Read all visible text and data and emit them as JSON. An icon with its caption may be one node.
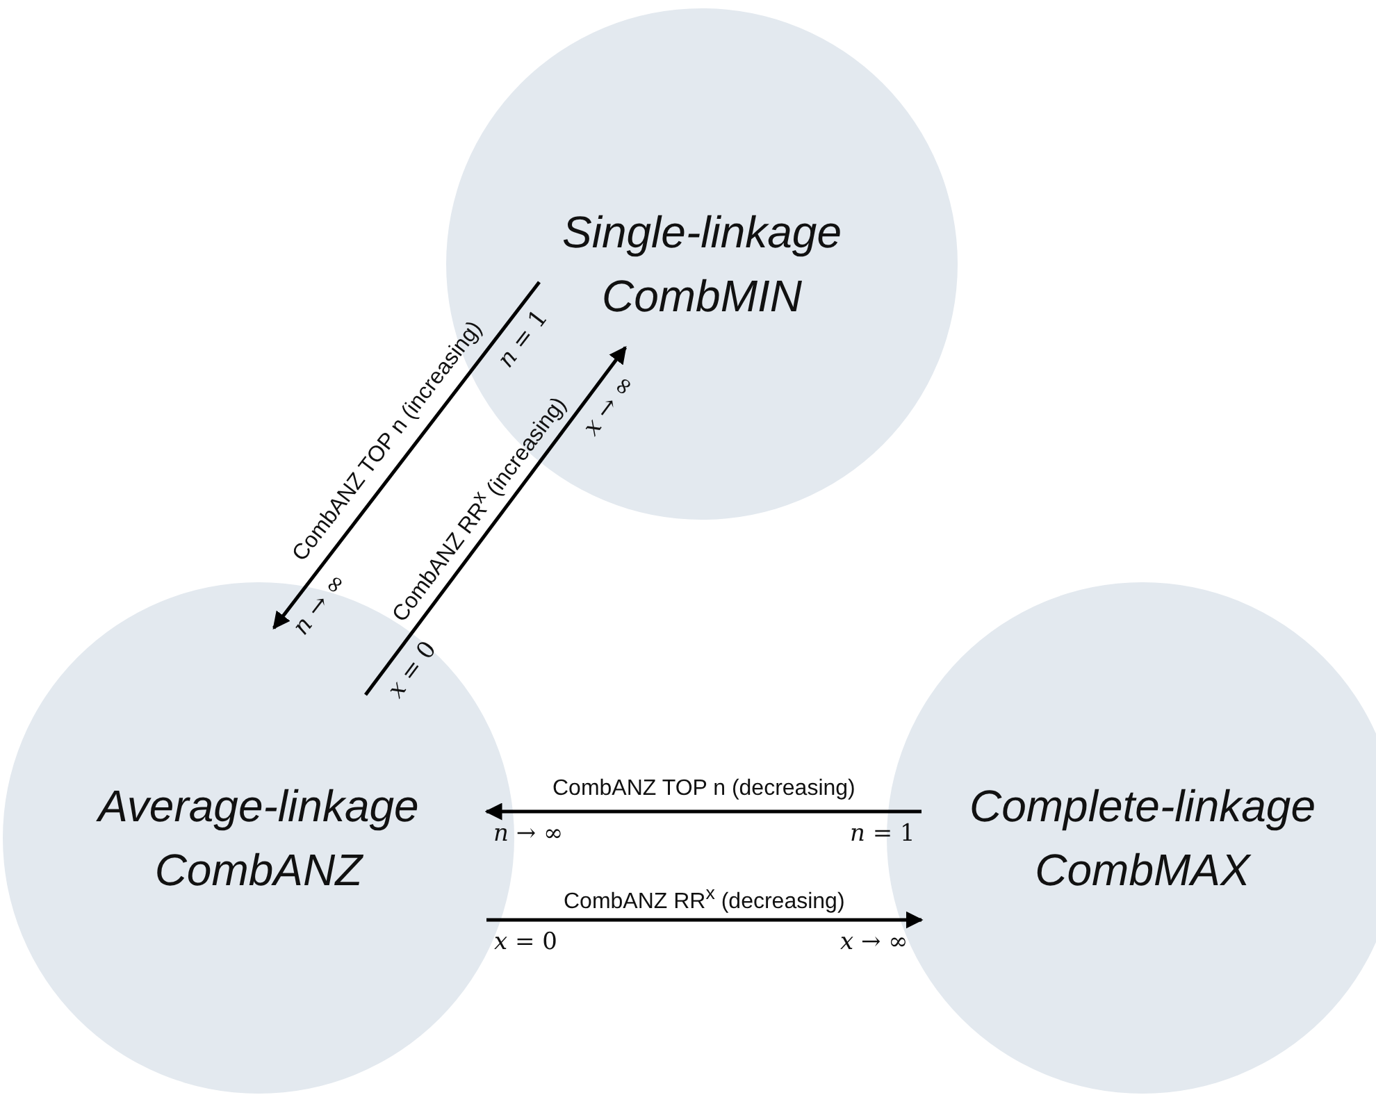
{
  "diagram": {
    "nodes": [
      {
        "text": [
          "Single-linkage",
          "CombMIN"
        ]
      },
      {
        "text": [
          "Average-linkage",
          "CombANZ"
        ]
      },
      {
        "text": [
          "Complete-linkage",
          "CombMAX"
        ]
      }
    ],
    "edges": [
      {
        "from": 0,
        "to": 1,
        "arrow": "to",
        "label": "CombANZ TOP n (increasing)"
      },
      {
        "from": 1,
        "to": 0,
        "arrow": "to",
        "label": "CombANZ RR$^{x}$ (increasing)"
      },
      {
        "from": 2,
        "to": 1,
        "arrow": "to",
        "label": "CombANZ TOP n (decreasing)"
      },
      {
        "from": 1,
        "to": 2,
        "arrow": "to",
        "label": "CombANZ RR$^{x}$ (decreasing)"
      }
    ],
    "labels": [
      "*n* = 1",
      "*x* → ∞",
      "*n* → ∞",
      "*x* = 0",
      "*n* → ∞",
      "*n* = 1",
      "*x* = 0",
      "*x* → ∞"
    ]
  }
}
